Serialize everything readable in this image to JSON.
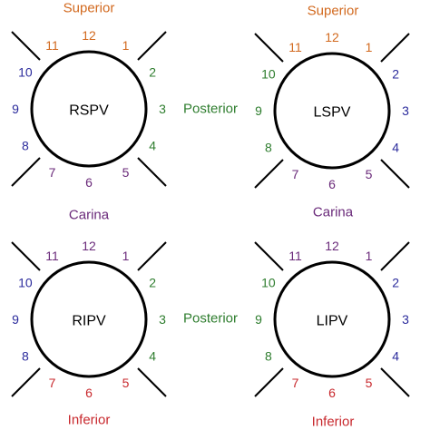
{
  "colors": {
    "orange": "#d2691e",
    "blue": "#2b2b9c",
    "green": "#2e7d2e",
    "purple": "#6a2a7a",
    "red": "#c8282d",
    "black": "#000000"
  },
  "labels": {
    "superior_left": "Superior",
    "superior_right": "Superior",
    "posterior_top": "Posterior",
    "posterior_bottom": "Posterior",
    "carina_left": "Carina",
    "carina_right": "Carina",
    "inferior_left": "Inferior",
    "inferior_right": "Inferior"
  },
  "veins": [
    {
      "id": "rspv",
      "name": "RSPV",
      "clock_positions": [
        {
          "num": "12",
          "color": "orange"
        },
        {
          "num": "1",
          "color": "orange"
        },
        {
          "num": "2",
          "color": "green"
        },
        {
          "num": "3",
          "color": "green"
        },
        {
          "num": "4",
          "color": "green"
        },
        {
          "num": "5",
          "color": "purple"
        },
        {
          "num": "6",
          "color": "purple"
        },
        {
          "num": "7",
          "color": "purple"
        },
        {
          "num": "8",
          "color": "blue"
        },
        {
          "num": "9",
          "color": "blue"
        },
        {
          "num": "10",
          "color": "blue"
        },
        {
          "num": "11",
          "color": "orange"
        }
      ]
    },
    {
      "id": "lspv",
      "name": "LSPV",
      "clock_positions": [
        {
          "num": "12",
          "color": "orange"
        },
        {
          "num": "1",
          "color": "orange"
        },
        {
          "num": "2",
          "color": "blue"
        },
        {
          "num": "3",
          "color": "blue"
        },
        {
          "num": "4",
          "color": "blue"
        },
        {
          "num": "5",
          "color": "purple"
        },
        {
          "num": "6",
          "color": "purple"
        },
        {
          "num": "7",
          "color": "purple"
        },
        {
          "num": "8",
          "color": "green"
        },
        {
          "num": "9",
          "color": "green"
        },
        {
          "num": "10",
          "color": "green"
        },
        {
          "num": "11",
          "color": "orange"
        }
      ]
    },
    {
      "id": "ripv",
      "name": "RIPV",
      "clock_positions": [
        {
          "num": "12",
          "color": "purple"
        },
        {
          "num": "1",
          "color": "purple"
        },
        {
          "num": "2",
          "color": "green"
        },
        {
          "num": "3",
          "color": "green"
        },
        {
          "num": "4",
          "color": "green"
        },
        {
          "num": "5",
          "color": "red"
        },
        {
          "num": "6",
          "color": "red"
        },
        {
          "num": "7",
          "color": "red"
        },
        {
          "num": "8",
          "color": "blue"
        },
        {
          "num": "9",
          "color": "blue"
        },
        {
          "num": "10",
          "color": "blue"
        },
        {
          "num": "11",
          "color": "purple"
        }
      ]
    },
    {
      "id": "lipv",
      "name": "LIPV",
      "clock_positions": [
        {
          "num": "12",
          "color": "purple"
        },
        {
          "num": "1",
          "color": "purple"
        },
        {
          "num": "2",
          "color": "blue"
        },
        {
          "num": "3",
          "color": "blue"
        },
        {
          "num": "4",
          "color": "blue"
        },
        {
          "num": "5",
          "color": "red"
        },
        {
          "num": "6",
          "color": "red"
        },
        {
          "num": "7",
          "color": "red"
        },
        {
          "num": "8",
          "color": "green"
        },
        {
          "num": "9",
          "color": "green"
        },
        {
          "num": "10",
          "color": "green"
        },
        {
          "num": "11",
          "color": "purple"
        }
      ]
    }
  ]
}
